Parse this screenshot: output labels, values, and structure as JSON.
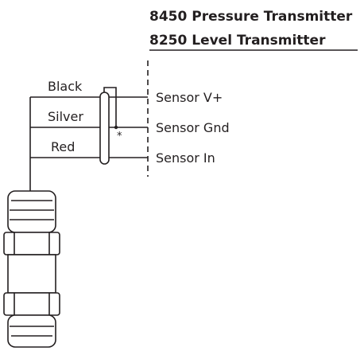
{
  "title": {
    "line1": "8450 Pressure Transmitter",
    "line2": "8250 Level Transmitter"
  },
  "wires": [
    {
      "color_label": "Black",
      "terminal": "Sensor V+"
    },
    {
      "color_label": "Silver",
      "terminal": "Sensor Gnd"
    },
    {
      "color_label": "Red",
      "terminal": "Sensor In"
    }
  ],
  "shield_marker": "*",
  "colors": {
    "ink": "#231f20",
    "background": "#ffffff"
  }
}
